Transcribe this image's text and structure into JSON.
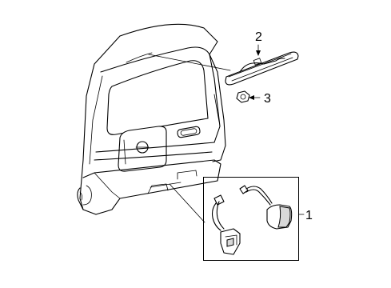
{
  "callouts": [
    {
      "id": "1",
      "text": "1"
    },
    {
      "id": "2",
      "text": "2"
    },
    {
      "id": "3",
      "text": "3"
    }
  ]
}
